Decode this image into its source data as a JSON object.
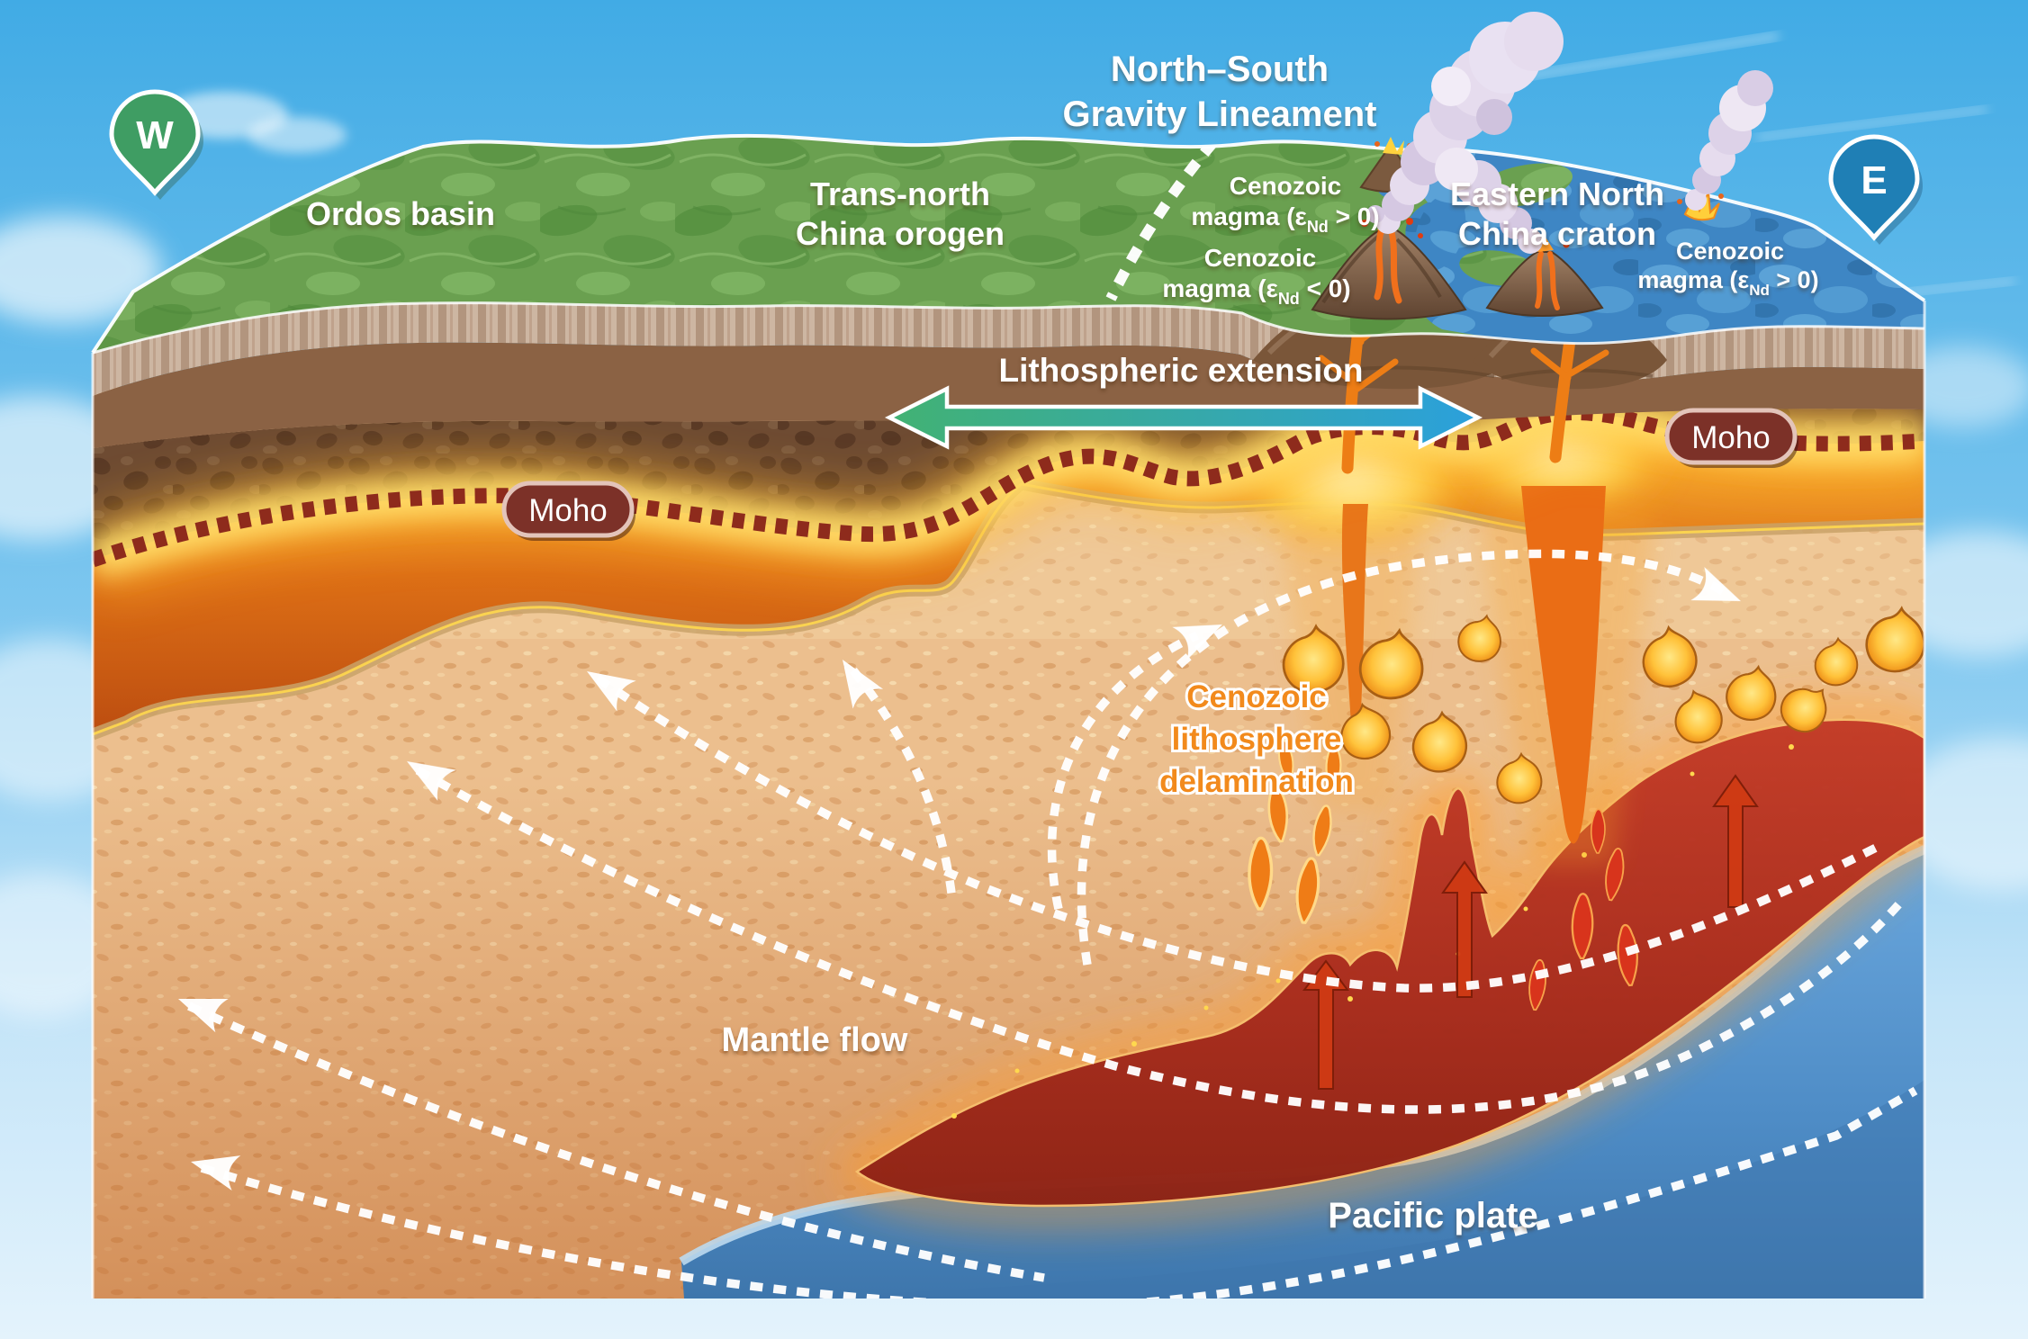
{
  "title": {
    "line1": "North–South",
    "line2": "Gravity Lineament"
  },
  "markers": {
    "west": "W",
    "east": "E"
  },
  "surface_labels": {
    "ordos": "Ordos basin",
    "orogen_line1": "Trans-north",
    "orogen_line2": "China orogen",
    "craton_line1": "Eastern North",
    "craton_line2": "China craton"
  },
  "magma_labels": {
    "west_positive": {
      "line1": "Cenozoic",
      "prefix": "magma (ε",
      "sub": "Nd",
      "suffix": " > 0)"
    },
    "west_negative": {
      "line1": "Cenozoic",
      "prefix": "magma (ε",
      "sub": "Nd",
      "suffix": " < 0)"
    },
    "east_positive": {
      "line1": "Cenozoic",
      "prefix": "magma (ε",
      "sub": "Nd",
      "suffix": " > 0)"
    }
  },
  "process_labels": {
    "extension": "Lithospheric extension",
    "delamination_line1": "Cenozoic",
    "delamination_line2": "lithosphere",
    "delamination_line3": "delamination",
    "mantle_flow": "Mantle flow"
  },
  "layer_labels": {
    "moho_west": "Moho",
    "moho_east": "Moho",
    "pacific_plate": "Pacific plate"
  },
  "colors": {
    "sky_top": "#45aee6",
    "land_green": "#6aa050",
    "ocean_blue": "#3e86c4",
    "crust_brown": "#6e4b32",
    "moho_dash": "#8e2b1c",
    "asthenosphere_orange": "#e07812",
    "mantle_tan": "#ecbf8e",
    "slab_red": "#b03224",
    "plate_blue": "#5b9ad2",
    "magma_yellow": "#ffc22e",
    "delamination_text": "#f28a1c",
    "moho_pill": "#7c3128",
    "pin_west": "#3f9d63",
    "pin_east": "#1f7fb5",
    "extension_green": "#42b273",
    "extension_blue": "#2ba0dc"
  }
}
